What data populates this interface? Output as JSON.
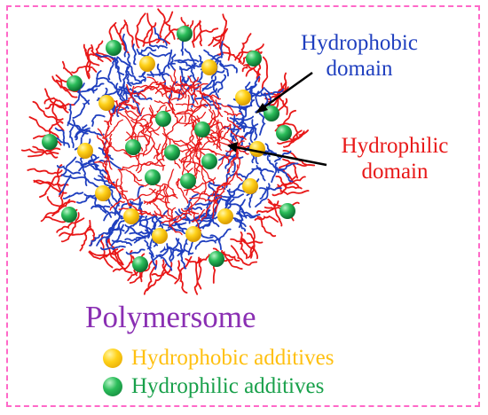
{
  "labels": {
    "hydrophobic_domain_line1": "Hydrophobic",
    "hydrophobic_domain_line2": "domain",
    "hydrophilic_domain_line1": "Hydrophilic",
    "hydrophilic_domain_line2": "domain",
    "title": "Polymersome"
  },
  "legend": {
    "hydrophobic_additives": "Hydrophobic additives",
    "hydrophilic_additives": "Hydrophilic additives"
  },
  "colors": {
    "frame": "#ff69c8",
    "hydrophobic_chain": "#1f3fbf",
    "hydrophilic_chain": "#e81818",
    "hydrophobic_additive": "#ffd21a",
    "hydrophilic_additive": "#2bbd5a",
    "title": "#8a2fb3"
  }
}
